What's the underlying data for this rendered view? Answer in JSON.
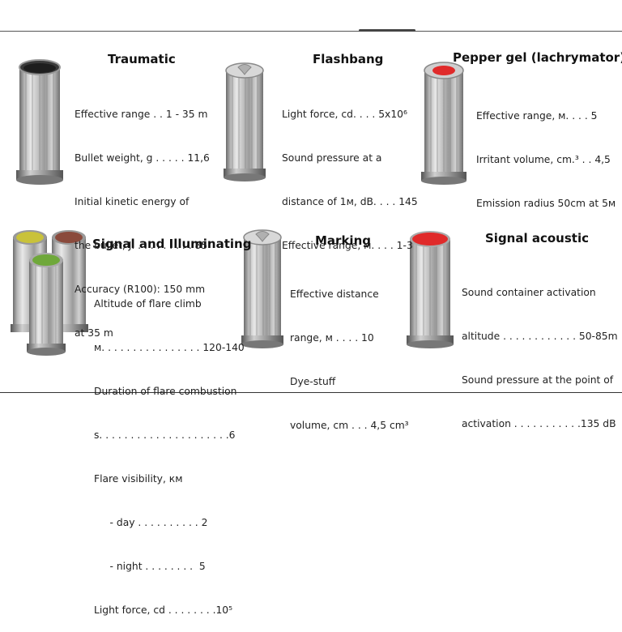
{
  "cartridges": [
    {
      "id": "traumatic",
      "title": "Traumatic",
      "lines": [
        "Effective range . . 1 - 35 m",
        "Bullet weight, g . . . . . 11,6",
        "Initial kinetic energy of",
        "the bullet, J. . . . . . . . . . 85",
        "Accuracy (R100): 150 mm",
        "at 35 m"
      ]
    },
    {
      "id": "flashbang",
      "title": "Flashbang",
      "lines": [
        "Light force, cd. . . . 5x10⁶",
        "Sound pressure at a",
        "distance of 1м, dB. . . . 145",
        "Effective range, м. . . . 1-3"
      ]
    },
    {
      "id": "pepper-gel",
      "title": "Pepper gel (lachrymator)",
      "lines": [
        "Effective range, м. . . . 5",
        "Irritant volume, cm.³ . . 4,5",
        "Emission radius 50cm at 5м"
      ]
    },
    {
      "id": "signal-illuminating",
      "title": "Signal and Illuminating",
      "lines": [
        "Altitude of flare climb",
        "м. . . . . . . . . . . . . . . . 120-140",
        "Duration of flare combustion",
        "s. . . . . . . . . . . . . . . . . . . . .6",
        "Flare visibility, км",
        "     - day . . . . . . . . . . 2",
        "     - night . . . . . . . .  5",
        "Light force, cd . . . . . . . .10⁵"
      ]
    },
    {
      "id": "marking",
      "title": "Marking",
      "lines": [
        "Effective distance",
        "range, м . . . . 10",
        "Dye-stuff",
        "volume, cm . . . 4,5 cm³"
      ]
    },
    {
      "id": "signal-acoustic",
      "title": "Signal acoustic",
      "lines": [
        "Sound container activation",
        "altitude . . . . . . . . . . . . 50-85m",
        "Sound pressure at the point of",
        "activation . . . . . . . . . . .135 dB"
      ]
    }
  ],
  "cap_colors": {
    "pepper": "#e02a2a",
    "acoustic": "#e02a2a",
    "yellow": "#c9c23a",
    "brown": "#8a4a3c",
    "green": "#6fa83a"
  }
}
